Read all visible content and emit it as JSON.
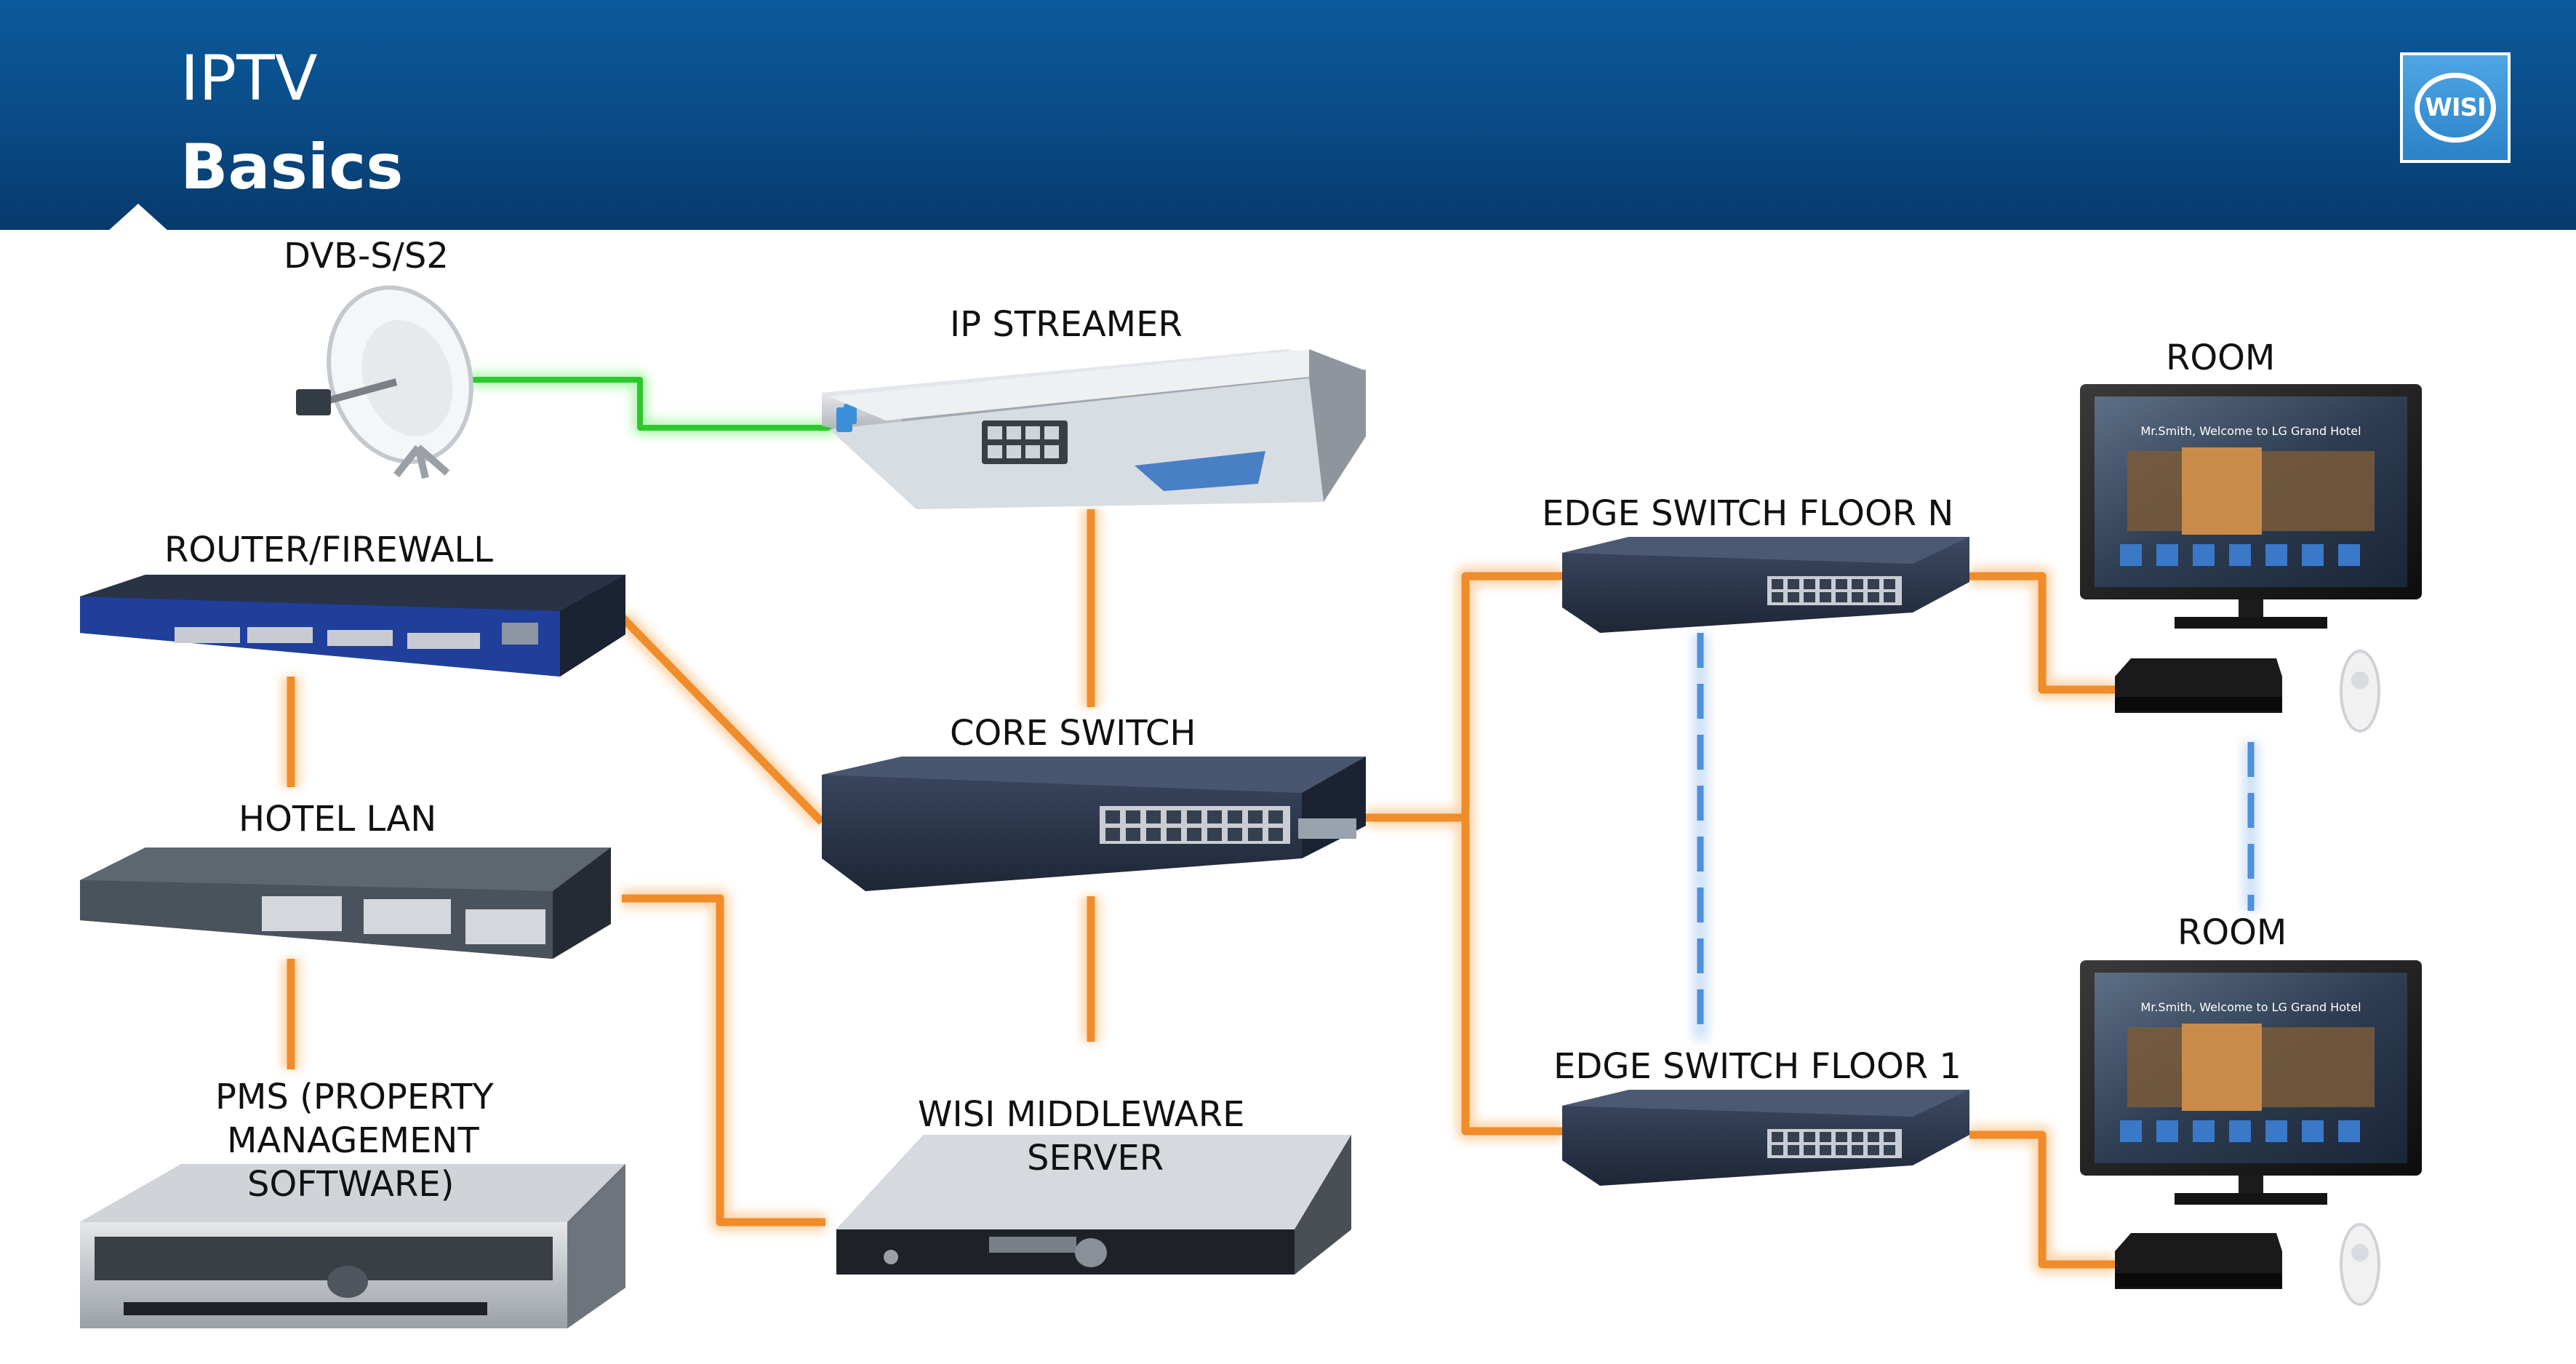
{
  "header": {
    "title": "IPTV",
    "subtitle": "Basics",
    "logo_text": "WISI"
  },
  "nodes": {
    "dvb": "DVB-S/S2",
    "ip_streamer": "IP STREAMER",
    "router": "ROUTER/FIREWALL",
    "core_switch": "CORE SWITCH",
    "hotel_lan": "HOTEL LAN",
    "pms_1": "PMS (PROPERTY",
    "pms_2": "MANAGEMENT",
    "pms_3": "SOFTWARE)",
    "middleware_1": "WISI MIDDLEWARE",
    "middleware_2": "SERVER",
    "edge_n": "EDGE SWITCH FLOOR N",
    "edge_1": "EDGE SWITCH FLOOR 1",
    "room_top": "ROOM",
    "room_bottom": "ROOM",
    "tv_welcome": "Mr.Smith, Welcome to LG Grand Hotel"
  },
  "colors": {
    "header": "#0a4a86",
    "satellite_link": "#3ecf3e",
    "ethernet_link": "#f08c2a",
    "floor_link": "#6fa8e8",
    "device_dark": "#2a3446",
    "device_blue": "#1f3f9a"
  },
  "icons": [
    "satellite-dish-icon",
    "ip-streamer-device",
    "router-device",
    "core-switch-device",
    "lan-switch-device",
    "server-device",
    "edge-switch-device",
    "tv-icon",
    "set-top-box-icon",
    "remote-icon"
  ]
}
